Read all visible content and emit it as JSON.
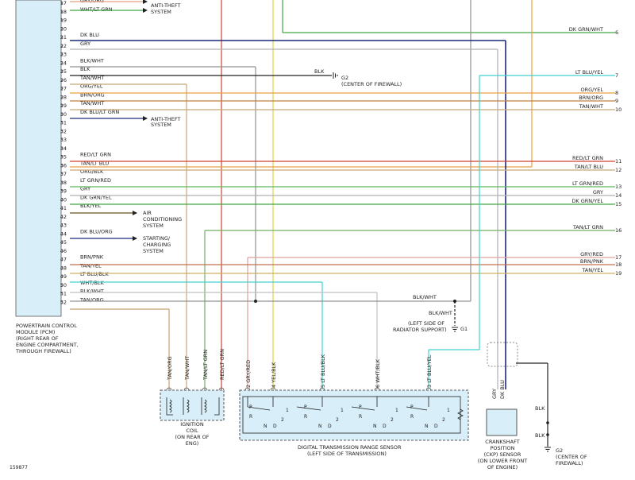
{
  "pcm": {
    "pins": [
      {
        "n": "17",
        "w": "GRY/ORG"
      },
      {
        "n": "18",
        "w": "WHT/LT GRN"
      },
      {
        "n": "19",
        "w": ""
      },
      {
        "n": "20",
        "w": ""
      },
      {
        "n": "21",
        "w": "DK BLU"
      },
      {
        "n": "22",
        "w": "GRY"
      },
      {
        "n": "23",
        "w": ""
      },
      {
        "n": "24",
        "w": "BLK/WHT"
      },
      {
        "n": "25",
        "w": "BLK"
      },
      {
        "n": "26",
        "w": "TAN/WHT"
      },
      {
        "n": "27",
        "w": "ORG/YEL"
      },
      {
        "n": "28",
        "w": "BRN/ORG"
      },
      {
        "n": "29",
        "w": "TAN/WHT"
      },
      {
        "n": "30",
        "w": "DK BLU/LT GRN"
      },
      {
        "n": "31",
        "w": ""
      },
      {
        "n": "32",
        "w": ""
      },
      {
        "n": "33",
        "w": ""
      },
      {
        "n": "34",
        "w": ""
      },
      {
        "n": "35",
        "w": "RED/LT GRN"
      },
      {
        "n": "36",
        "w": "TAN/LT BLU"
      },
      {
        "n": "37",
        "w": "ORG/BLK"
      },
      {
        "n": "38",
        "w": "LT GRN/RED"
      },
      {
        "n": "39",
        "w": "GRY"
      },
      {
        "n": "40",
        "w": "DK GRN/YEL"
      },
      {
        "n": "41",
        "w": "BLK/YEL"
      },
      {
        "n": "42",
        "w": ""
      },
      {
        "n": "43",
        "w": ""
      },
      {
        "n": "44",
        "w": "DK BLU/ORG"
      },
      {
        "n": "45",
        "w": ""
      },
      {
        "n": "46",
        "w": ""
      },
      {
        "n": "47",
        "w": "BRN/PNK"
      },
      {
        "n": "48",
        "w": "TAN/YEL"
      },
      {
        "n": "49",
        "w": "LT BLU/BLK"
      },
      {
        "n": "50",
        "w": "WHT/BLK"
      },
      {
        "n": "51",
        "w": "BLK/WHT"
      },
      {
        "n": "52",
        "w": "TAN/ORG"
      }
    ],
    "label_lines": [
      "POWERTRAIN CONTROL",
      "MODULE (PCM)",
      "(RIGHT REAR OF",
      "ENGINE COMPARTMENT,",
      "THROUGH FIREWALL)"
    ]
  },
  "right_labels": [
    {
      "w": "DK GRN/WHT",
      "n": "6"
    },
    {
      "w": "LT BLU/YEL",
      "n": "7"
    },
    {
      "w": "ORG/YEL",
      "n": "8"
    },
    {
      "w": "BRN/ORG",
      "n": "9"
    },
    {
      "w": "TAN/WHT",
      "n": "10"
    },
    {
      "w": "RED/LT GRN",
      "n": "11"
    },
    {
      "w": "TAN/LT BLU",
      "n": "12"
    },
    {
      "w": "LT GRN/RED",
      "n": "13"
    },
    {
      "w": "GRY",
      "n": "14"
    },
    {
      "w": "DK GRN/YEL",
      "n": "15"
    },
    {
      "w": "TAN/LT GRN",
      "n": "16"
    },
    {
      "w": "GRY/RED",
      "n": "17"
    },
    {
      "w": "BRN/PNK",
      "n": "18"
    },
    {
      "w": "TAN/YEL",
      "n": "19"
    }
  ],
  "arrows": {
    "anti_theft_1": [
      "ANTI-THEFT",
      "SYSTEM"
    ],
    "anti_theft_2": [
      "ANTI-THEFT",
      "SYSTEM"
    ],
    "ac": [
      "AIR",
      "CONDITIONING",
      "SYSTEM"
    ],
    "starting": [
      "STARTING/",
      "CHARGING",
      "SYSTEM"
    ]
  },
  "grounds": {
    "g2_top_wire": "BLK",
    "g2_top": [
      "G2",
      "(CENTER OF FIREWALL)"
    ],
    "splice_wire": "BLK/WHT",
    "g1_wire": "BLK/WHT",
    "g1_loc": [
      "(LEFT SIDE OF",
      "RADIATOR SUPPORT)"
    ],
    "g1": "G1",
    "g2_bottom_wire1": "BLK",
    "g2_bottom_wire2": "BLK",
    "g2_bottom": [
      "G2",
      "(CENTER OF",
      "FIREWALL)"
    ]
  },
  "coil": {
    "wires": [
      "TAN/ORG",
      "TAN/WHT",
      "TAN/LT GRN",
      "RED/LT GRN"
    ],
    "label": [
      "IGNITION",
      "COIL",
      "(ON REAR OF",
      "ENG)"
    ]
  },
  "trs": {
    "wires": [
      "2 GRY/RED",
      "4 YEL/BLK",
      "5 LT BLU/BLK",
      "6 WHT/BLK",
      "3 LT BLU/YEL"
    ],
    "positions": [
      "P",
      "R",
      "N",
      "D",
      "1",
      "2"
    ],
    "label": [
      "DIGITAL TRANSMISSION RANGE SENSOR",
      "(LEFT SIDE OF TRANSMISSION)"
    ]
  },
  "ckp": {
    "wires": [
      "GRY",
      "DK BLU"
    ],
    "label": [
      "CRANKSHAFT",
      "POSITION",
      "(CKP) SENSOR",
      "(ON LOWER FRONT",
      "OF ENGINE)"
    ]
  },
  "figure_id": "159877",
  "colors": {
    "gry": "#b0b0b0",
    "org": "#e8a040",
    "tan": "#c8a878",
    "blk": "#202020",
    "dkblu": "#1a2a7a",
    "ltblu": "#40d0d0",
    "grn": "#40a840",
    "red": "#d04030",
    "yel": "#e0d040",
    "pnk": "#e0a0a0",
    "brn": "#a06030"
  }
}
